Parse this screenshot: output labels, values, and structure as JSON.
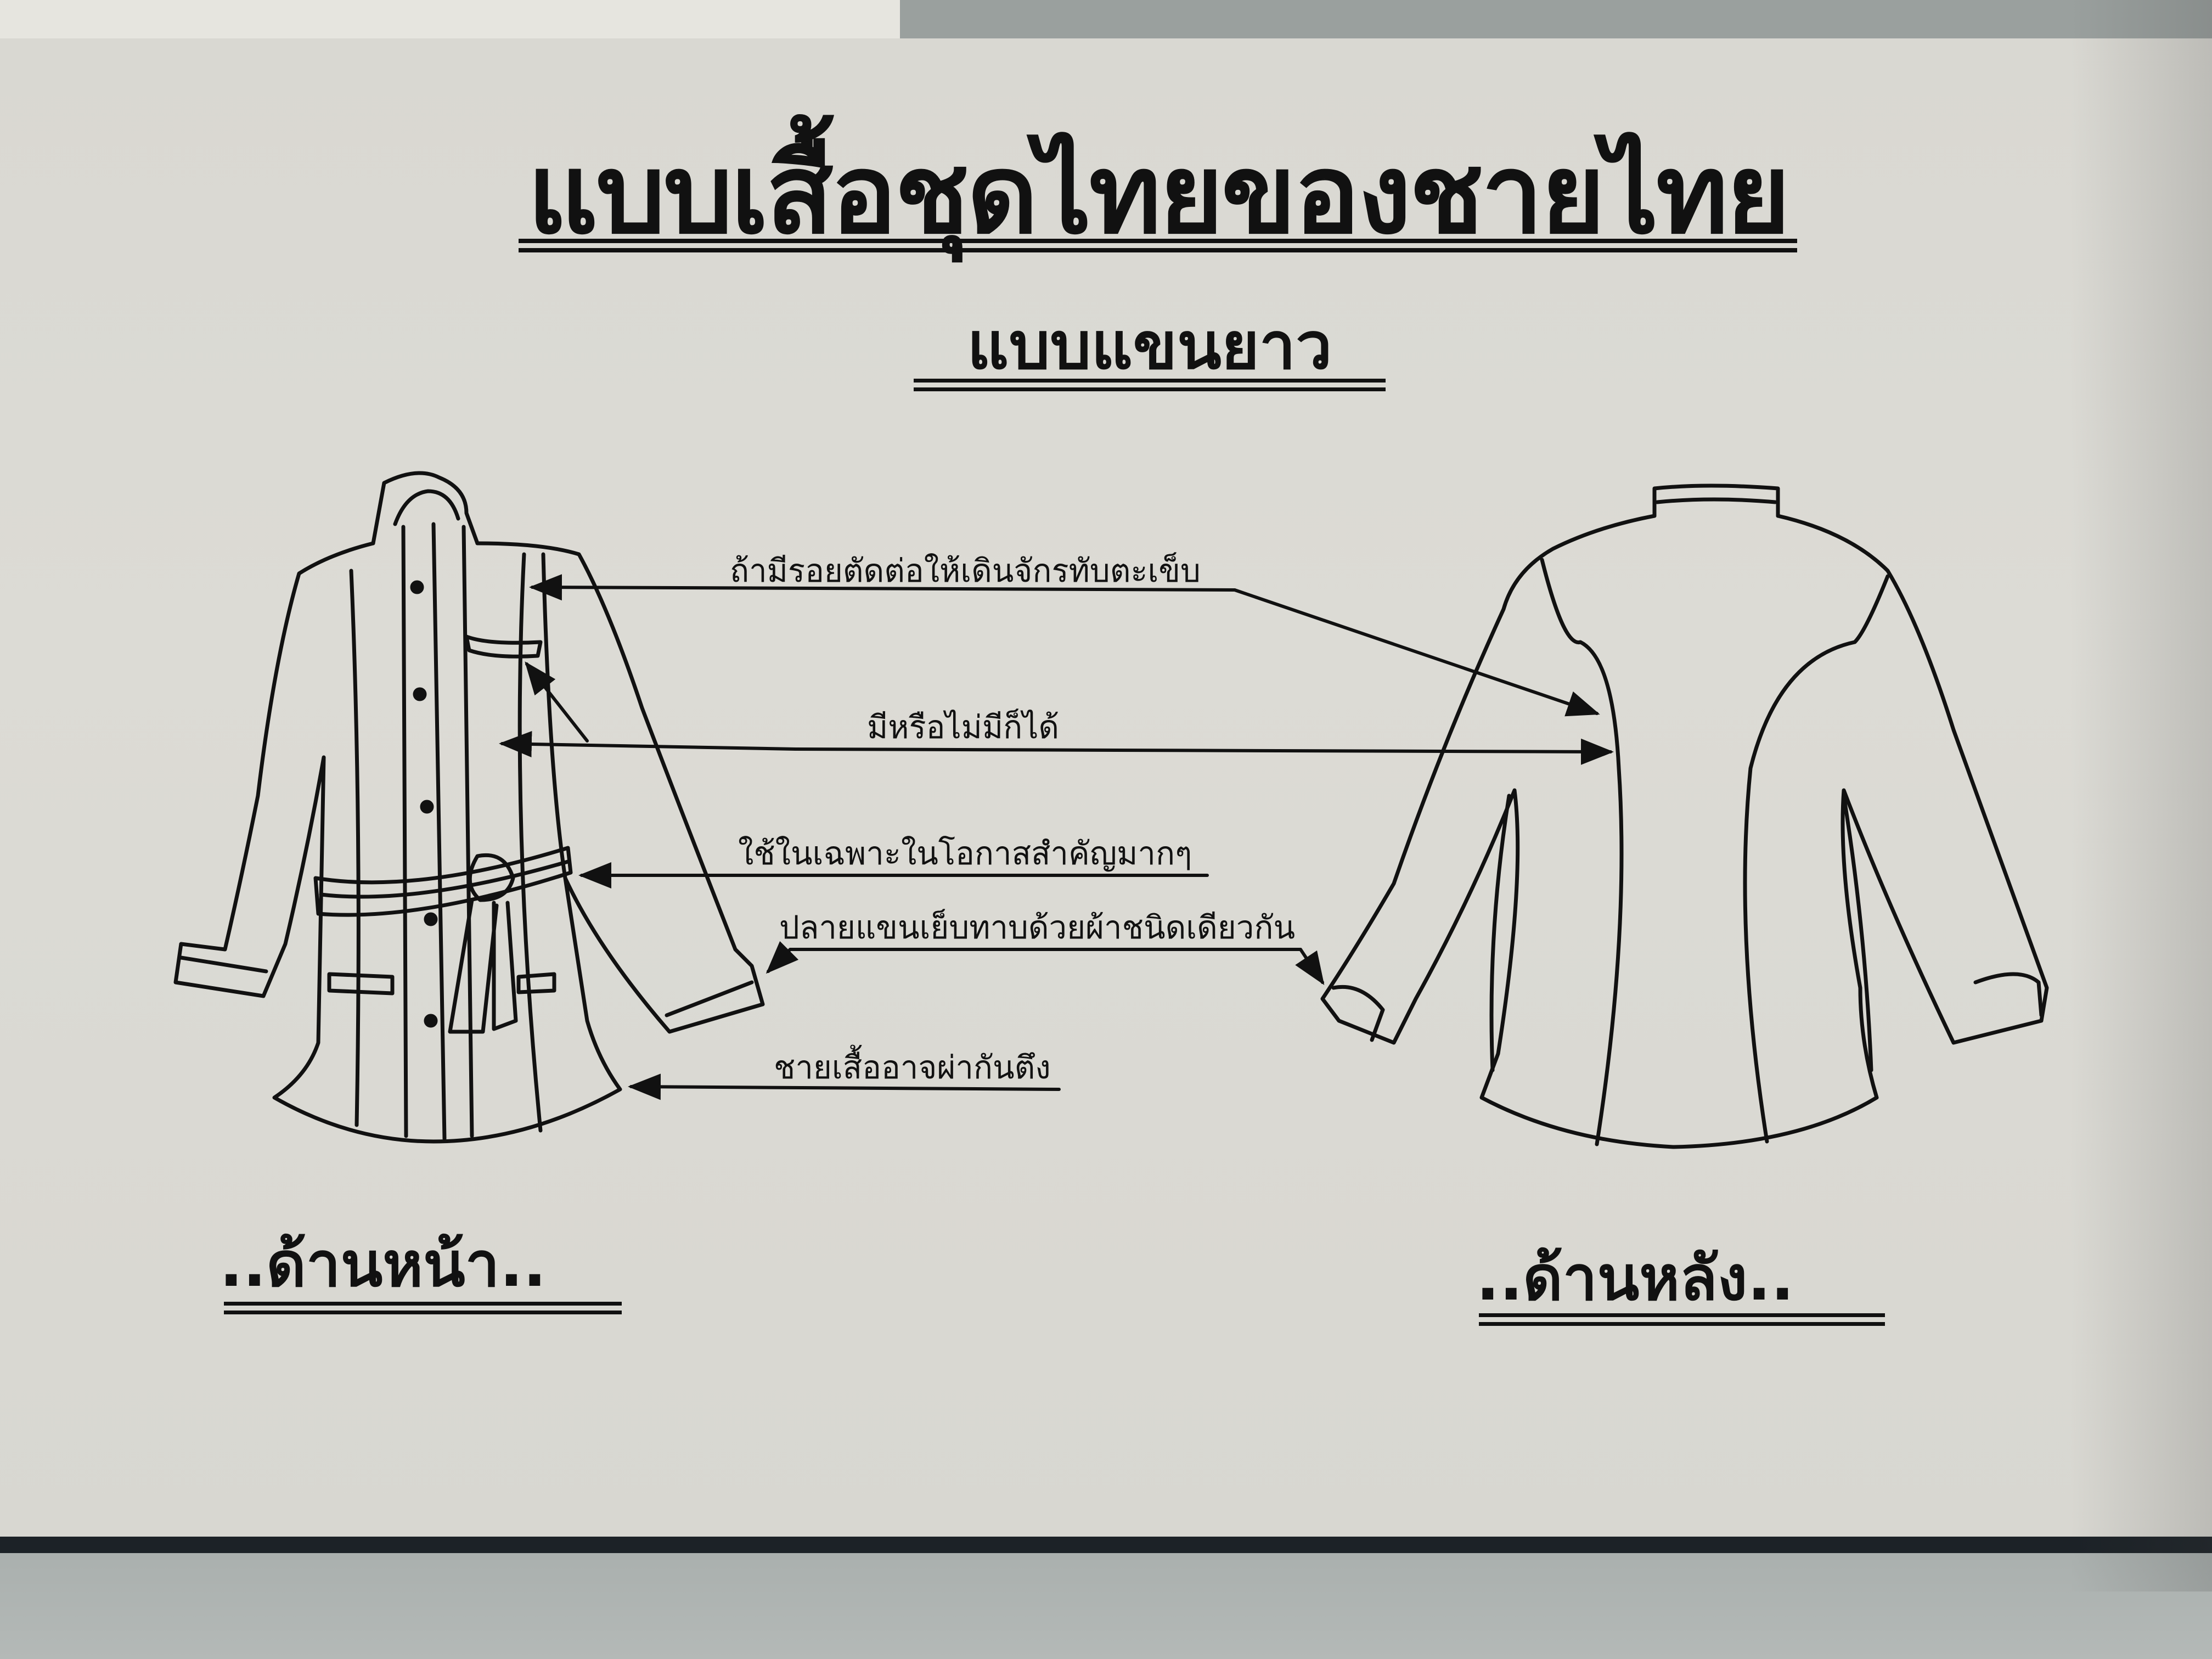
{
  "title": "แบบเสื้อชุดไทยของชายไทย",
  "subtitle": "แบบแขนยาว",
  "annotations": [
    "ถ้ามีรอยตัดต่อให้เดินจักรทับตะเข็บ",
    "มีหรือไม่มีก็ได้",
    "ใช้ในเฉพาะในโอกาสสำคัญมากๆ",
    "ปลายแขนเย็บทาบด้วยผ้าชนิดเดียวกัน",
    "ชายเสื้ออาจผ่ากันตึง"
  ],
  "views": {
    "front": "..ด้านหน้า..",
    "back": "..ด้านหลัง.."
  },
  "colors": {
    "paper": "#dcdbd5",
    "ink": "#111111"
  }
}
